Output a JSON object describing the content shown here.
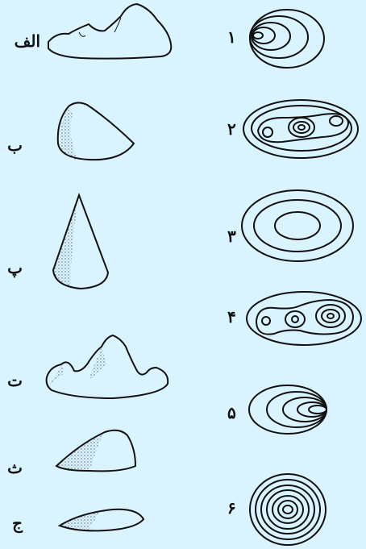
{
  "shapes": [
    {
      "label": "الف",
      "icon": "mountain-range-icon"
    },
    {
      "label": "ب",
      "icon": "rounded-hill-icon"
    },
    {
      "label": "پ",
      "icon": "cone-hill-icon"
    },
    {
      "label": "ت",
      "icon": "twin-peak-mountain-icon"
    },
    {
      "label": "ث",
      "icon": "gentle-slope-hill-icon"
    },
    {
      "label": "ج",
      "icon": "low-elongated-hill-icon"
    }
  ],
  "contours": [
    {
      "label": "۱",
      "icon": "off-center-contour-icon"
    },
    {
      "label": "۲",
      "icon": "three-peak-contour-icon"
    },
    {
      "label": "۳",
      "icon": "single-peak-contour-icon"
    },
    {
      "label": "۴",
      "icon": "double-peak-contour-icon"
    },
    {
      "label": "۵",
      "icon": "steep-edge-contour-icon"
    },
    {
      "label": "۶",
      "icon": "concentric-cone-contour-icon"
    }
  ],
  "colors": {
    "background": "#d9f3ff",
    "ink": "#111111"
  }
}
